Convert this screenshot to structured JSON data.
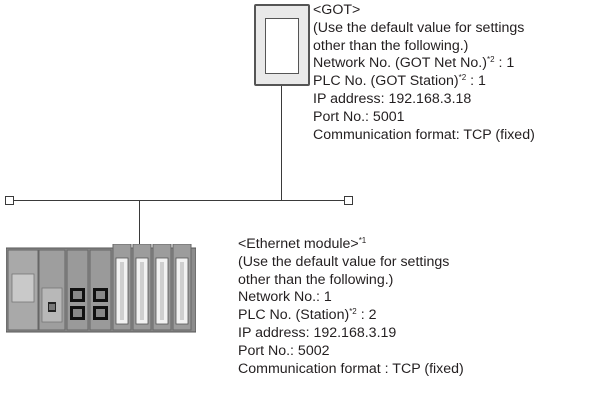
{
  "got": {
    "device_label": "<GOT>",
    "note_line1": "(Use the default value for settings",
    "note_line2": "other than the following.)",
    "network_no_label": "Network No. (GOT Net No.)",
    "network_no_ref": "*2",
    "network_no_value": " : 1",
    "plc_no_label": "PLC No. (GOT Station)",
    "plc_no_ref": "*2",
    "plc_no_value": " : 1",
    "ip_address": "IP address: 192.168.3.18",
    "port_no": "Port No.: 5001",
    "comm_format": "Communication format: TCP (fixed)"
  },
  "ethernet_module": {
    "device_label": "<Ethernet module>",
    "device_ref": "*1",
    "note_line1": "(Use the default value for settings",
    "note_line2": "other than the following.)",
    "network_no": "Network No.: 1",
    "plc_no_label": "PLC No. (Station)",
    "plc_no_ref": "*2",
    "plc_no_value": " : 2",
    "ip_address": "IP address: 192.168.3.19",
    "port_no": "Port No.: 5002",
    "comm_format": "Communication format : TCP (fixed)"
  }
}
